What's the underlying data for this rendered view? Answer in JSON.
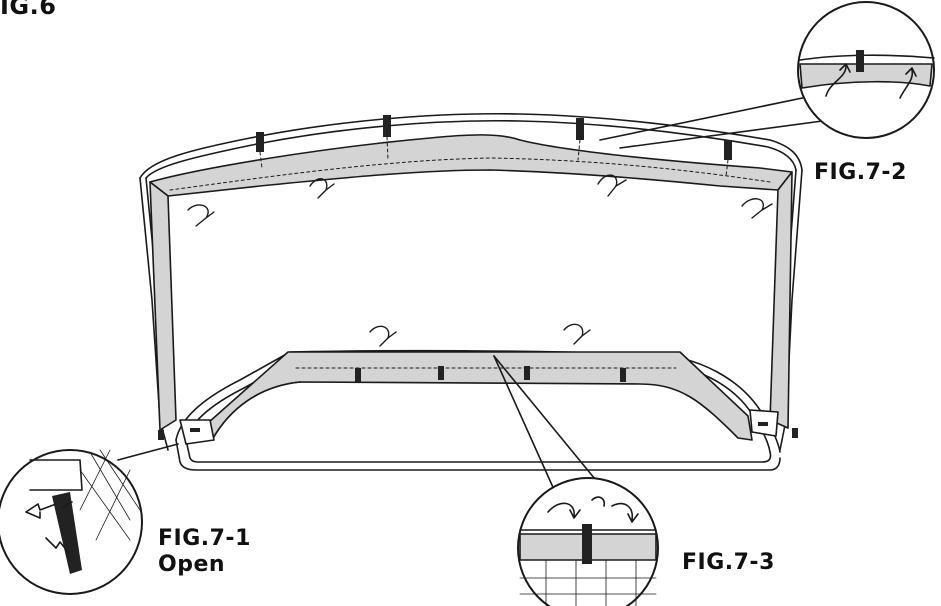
{
  "labels": {
    "top_partial": "IG.6",
    "fig_7_2": "FIG.7-2",
    "fig_7_1": "FIG.7-1",
    "fig_7_1_sub": "Open",
    "fig_7_3": "FIG.7-3"
  },
  "colors": {
    "line": "#1a1a1a",
    "canvas_fill": "#d4d4d4",
    "frame_fill": "#ffffff",
    "strap": "#222222"
  }
}
